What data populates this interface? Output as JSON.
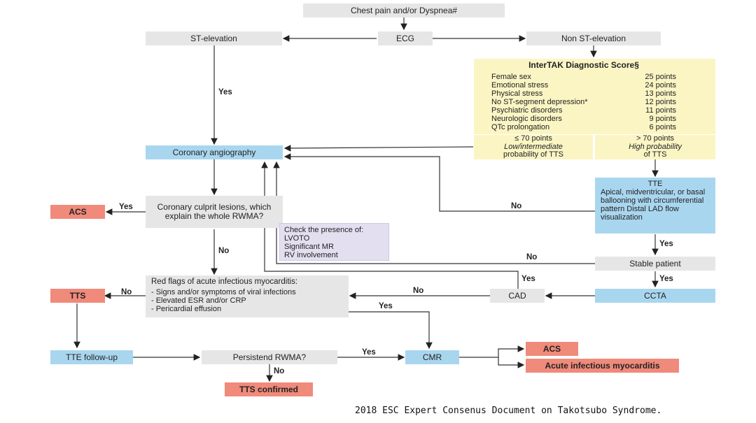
{
  "nodes": {
    "chest_pain": "Chest pain and/or Dyspnea#",
    "ecg": "ECG",
    "st_elevation": "ST-elevation",
    "non_st_elevation": "Non ST-elevation",
    "coronary_angiography": "Coronary angiography",
    "culprit_lesions": "Coronary culprit lesions, which explain the whole RWMA?",
    "acs_top": "ACS",
    "check_presence": {
      "title": "Check the presence of:",
      "items": [
        "LVOTO",
        "Significant MR",
        "RV involvement"
      ]
    },
    "red_flags": {
      "title": "Red flags of acute infectious myocarditis:",
      "items": [
        "- Signs and/or symptoms of viral infections",
        "- Elevated ESR and/or CRP",
        "- Pericardial effusion"
      ]
    },
    "tts": "TTS",
    "tte_followup": "TTE follow-up",
    "persistent_rwma": "Persistend RWMA?",
    "tts_confirmed": "TTS confirmed",
    "cmr": "CMR",
    "acs_bottom": "ACS",
    "acute_myocarditis": "Acute infectious myocarditis",
    "cad": "CAD",
    "ccta": "CCTA",
    "stable_patient": "Stable patient",
    "tte": {
      "title": "TTE",
      "body": "Apical, midventricular, or basal ballooning with circumferential pattern Distal LAD flow visualization"
    },
    "intertak": {
      "title": "InterTAK Diagnostic Score§",
      "rows": [
        {
          "label": "Female sex",
          "points": "25 points"
        },
        {
          "label": "Emotional stress",
          "points": "24 points"
        },
        {
          "label": "Physical stress",
          "points": "13 points"
        },
        {
          "label": "No ST-segment depression*",
          "points": "12 points"
        },
        {
          "label": "Psychiatric disorders",
          "points": "11 points"
        },
        {
          "label": "Neurologic disorders",
          "points": "9 points"
        },
        {
          "label": "QTc prolongation",
          "points": "6 points"
        }
      ],
      "low": {
        "line1": "≤ 70 points",
        "line2": "Low/intermediate",
        "line3": "probability of TTS"
      },
      "high": {
        "line1": "> 70 points",
        "line2": "High probability",
        "line3": "of TTS"
      }
    }
  },
  "edge_labels": {
    "yes": "Yes",
    "no": "No"
  },
  "caption": "2018 ESC Expert Consenus Document on Takotsubo Syndrome."
}
